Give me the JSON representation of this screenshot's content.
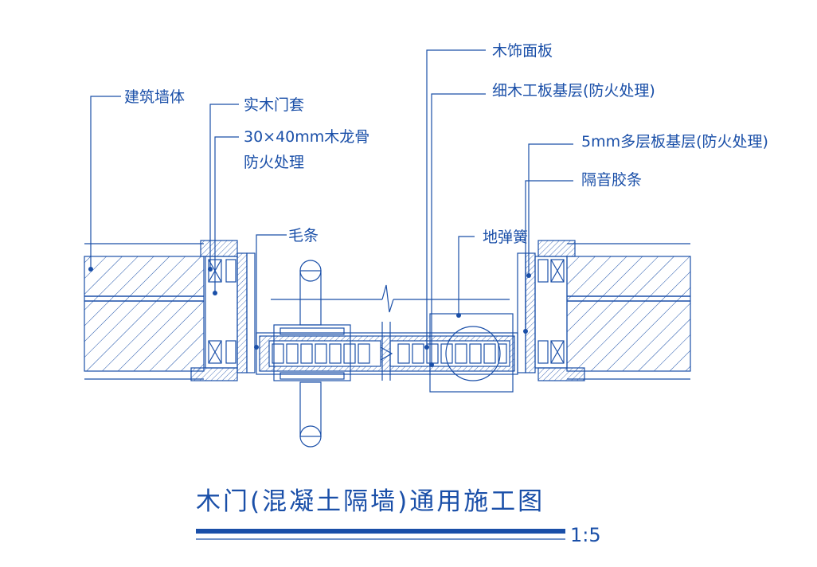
{
  "colors": {
    "line": "#1a4fa8",
    "background": "#ffffff"
  },
  "labels": {
    "building_wall": "建筑墙体",
    "solid_door_frame": "实木门套",
    "keel_line1": "30×40mm木龙骨",
    "keel_line2": "防火处理",
    "trim_strip": "毛条",
    "wood_veneer": "木饰面板",
    "blockboard_base": "细木工板基层(防火处理)",
    "plywood_base": "5mm多层板基层(防火处理)",
    "sound_strip": "隔音胶条",
    "floor_spring": "地弹簧"
  },
  "title": "木门(混凝土隔墙)通用施工图",
  "scale": "1:5"
}
